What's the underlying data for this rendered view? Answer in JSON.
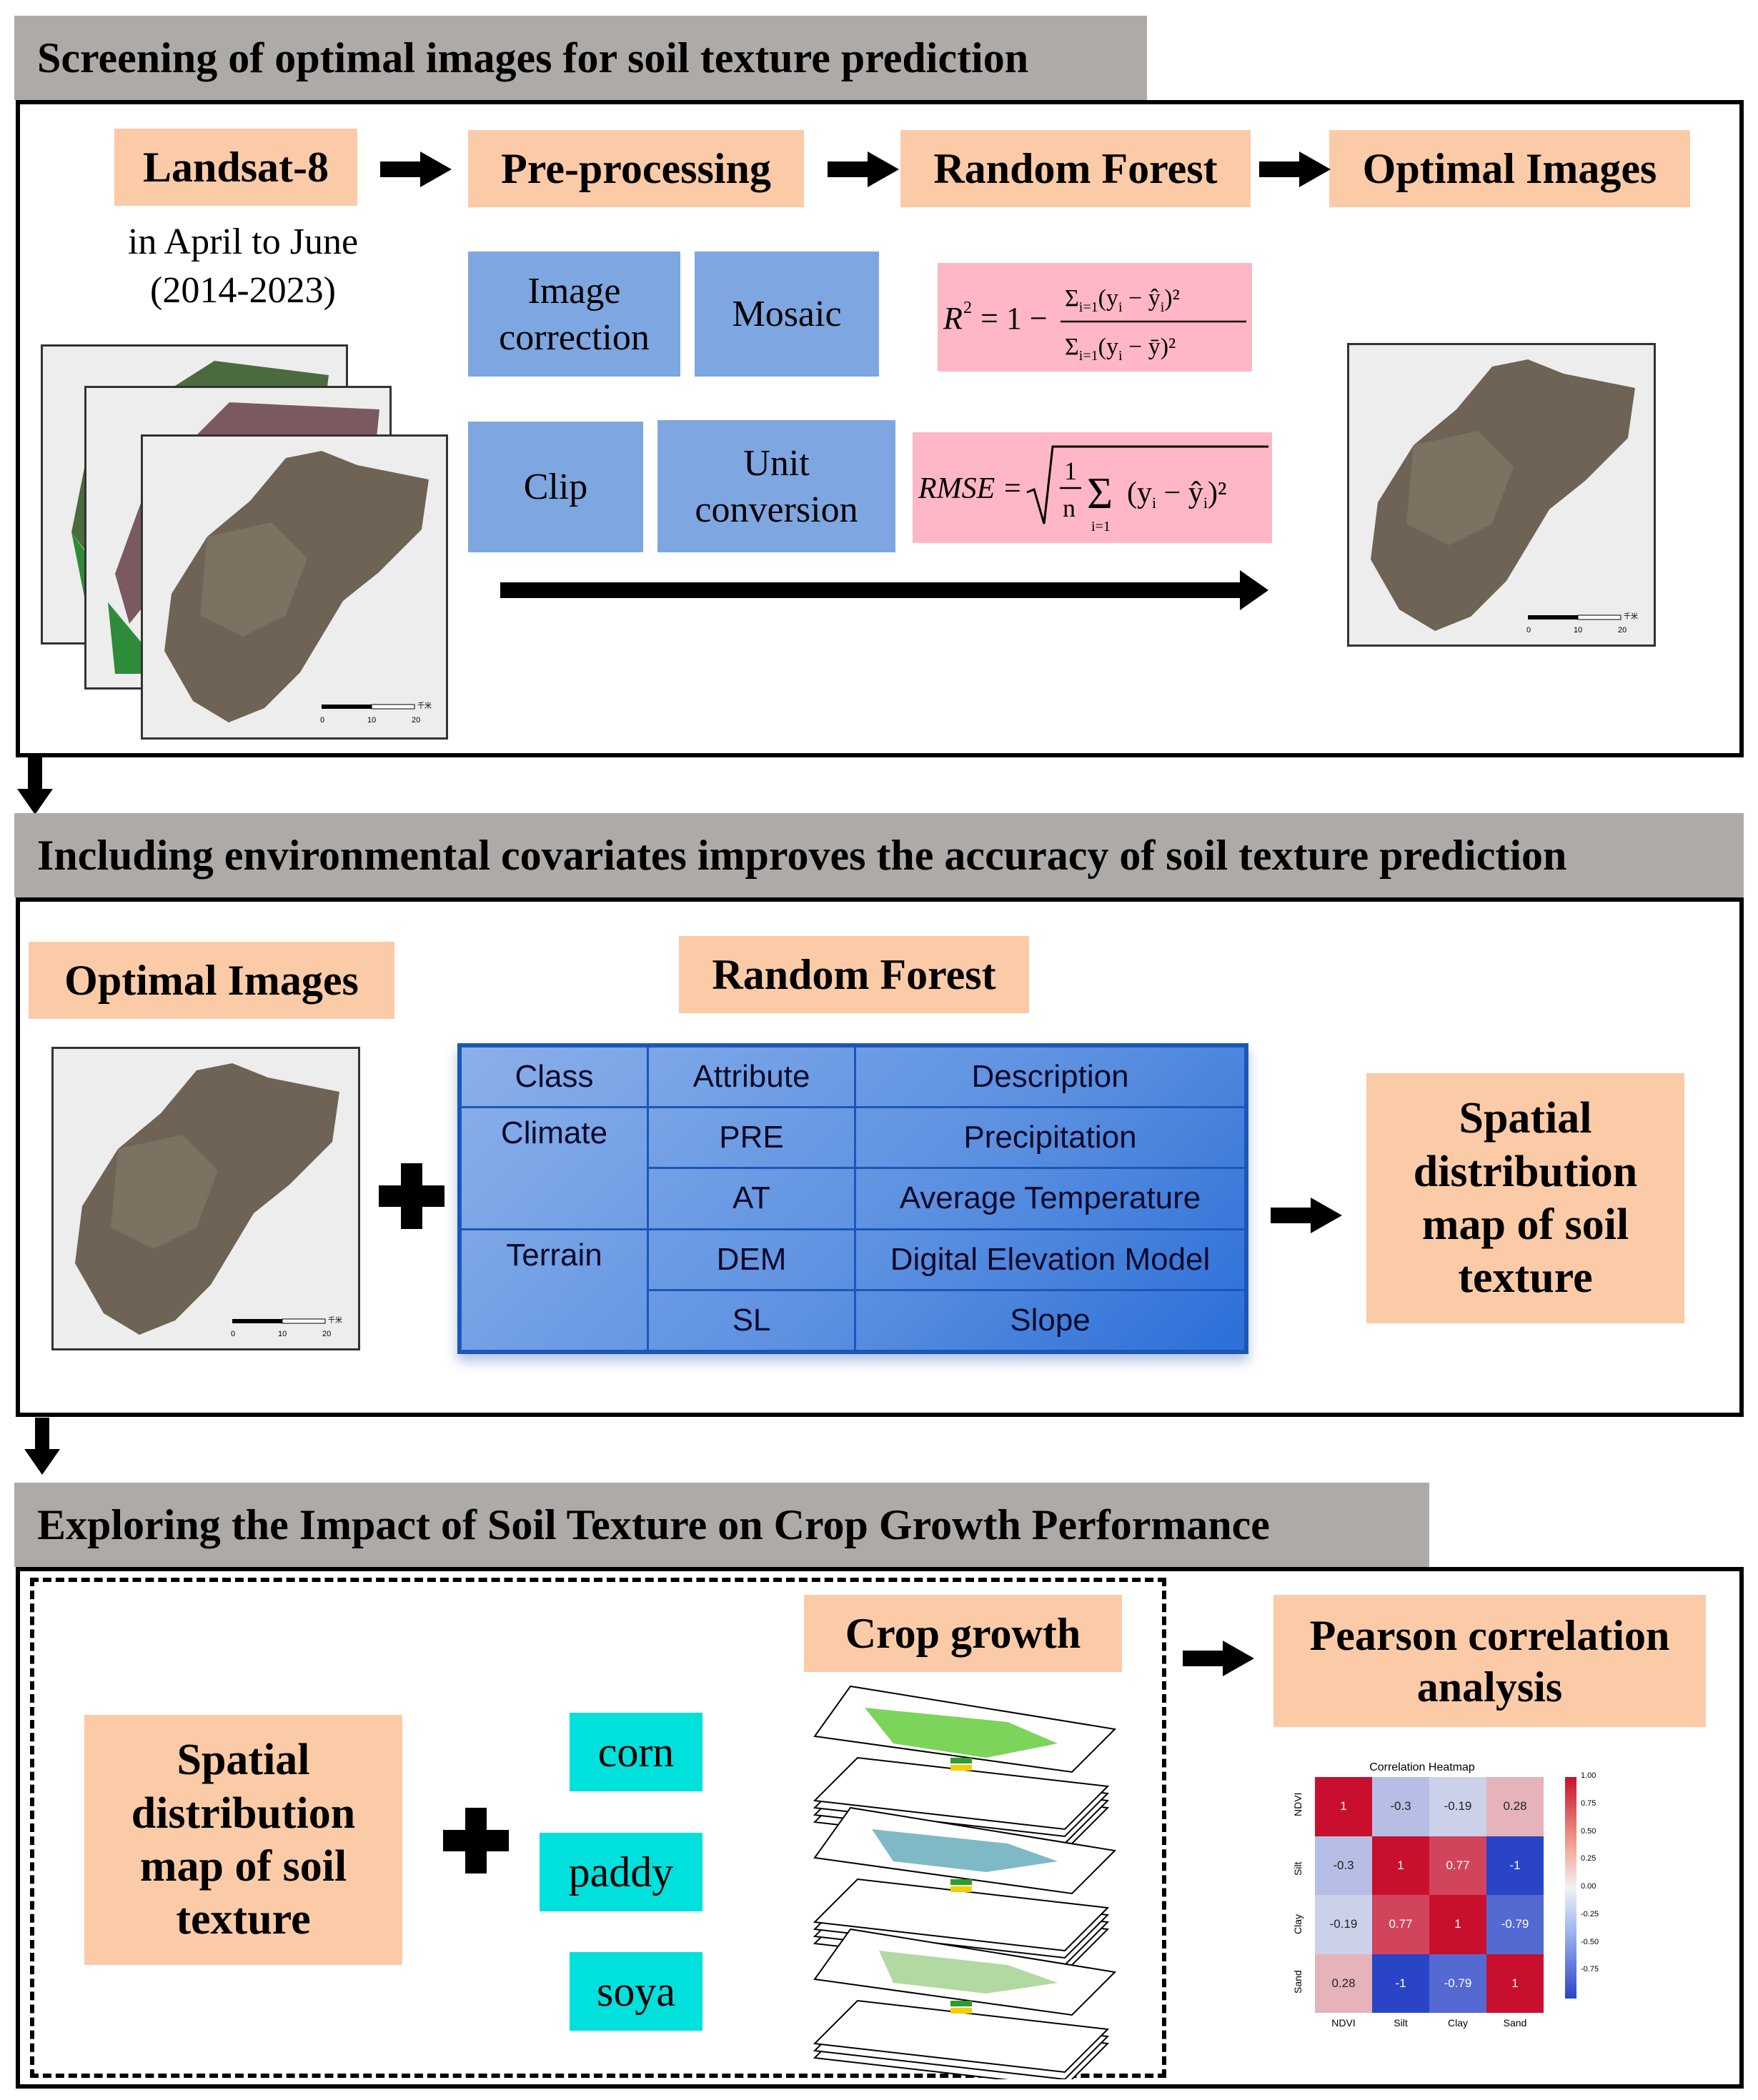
{
  "section1": {
    "title": "Screening of optimal images for soil texture prediction",
    "landsat": "Landsat-8",
    "date_range": "in April to June",
    "years": "(2014-2023)",
    "preprocessing": "Pre-processing",
    "random_forest": "Random Forest",
    "optimal_images": "Optimal Images",
    "image_correction": "Image correction",
    "mosaic": "Mosaic",
    "clip": "Clip",
    "unit_conversion": "Unit conversion",
    "r2_formula": "R² = 1 − Σⁿᵢ₌₁(yᵢ − ŷᵢ)² / Σⁿᵢ₌₁(yᵢ − ȳ)²",
    "rmse_formula": "RMSE = √( (1/n) Σⁿᵢ₌₁ (yᵢ − ŷᵢ)² )"
  },
  "section2": {
    "title": "Including environmental covariates improves the accuracy of soil texture prediction",
    "optimal_images": "Optimal Images",
    "random_forest": "Random Forest",
    "output": "Spatial distribution map of soil texture",
    "table": {
      "headers": [
        "Class",
        "Attribute",
        "Description"
      ],
      "rows": [
        [
          "Climate",
          "PRE",
          "Precipitation"
        ],
        [
          "",
          "AT",
          "Average Temperature"
        ],
        [
          "Terrain",
          "DEM",
          "Digital Elevation Model"
        ],
        [
          "",
          "SL",
          "Slope"
        ]
      ]
    }
  },
  "section3": {
    "title": "Exploring the Impact of Soil Texture on Crop Growth Performance",
    "input": "Spatial distribution map of soil texture",
    "crops": [
      "corn",
      "paddy",
      "soya"
    ],
    "crop_growth": "Crop growth",
    "pearson": "Pearson correlation analysis"
  },
  "map_scale": {
    "ticks": [
      "0",
      "10",
      "20"
    ],
    "unit": "千米"
  },
  "chart_data": {
    "type": "heatmap",
    "title": "Correlation Heatmap",
    "x": [
      "NDVI",
      "Silt",
      "Clay",
      "Sand"
    ],
    "y": [
      "NDVI",
      "Silt",
      "Clay",
      "Sand"
    ],
    "values": [
      [
        1,
        -0.3,
        -0.19,
        0.28
      ],
      [
        -0.3,
        1,
        0.77,
        -1
      ],
      [
        -0.19,
        0.77,
        1,
        -0.79
      ],
      [
        0.28,
        -1,
        -0.79,
        1
      ]
    ],
    "colorbar": {
      "ticks": [
        "1.00",
        "0.75",
        "0.50",
        "0.25",
        "0.00",
        "-0.25",
        "-0.50",
        "-0.75"
      ],
      "range": [
        -1,
        1
      ]
    },
    "colors": {
      "positive": "#c8102e",
      "neutral": "#f2f2f2",
      "negative": "#2a44c8"
    }
  }
}
